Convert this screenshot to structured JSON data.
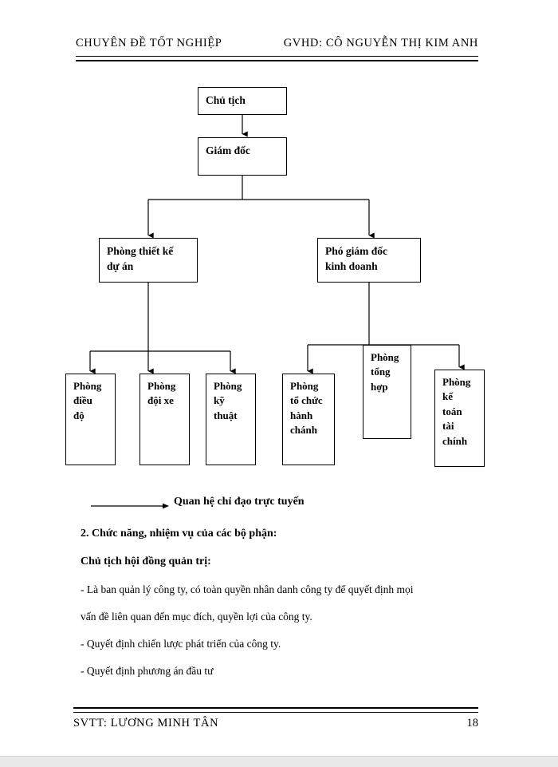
{
  "header": {
    "left": "CHUYÊN ĐỀ TỐT NGHIỆP",
    "right": "GVHD: CÔ NGUYỄN THỊ KIM ANH"
  },
  "footer": {
    "left": "SVTT: LƯƠNG MINH TÂN",
    "page_number": "18"
  },
  "org_chart": {
    "nodes": {
      "chairman": "Chủ tịch",
      "director": "Giám đốc",
      "design_dept": "Phòng thiết kế dự án",
      "deputy_director": "Phó giám đốc kinh doanh",
      "dispatch_dept": "Phòng điều độ",
      "vehicle_dept": "Phòng đội xe",
      "technical_dept": "Phòng kỹ thuật",
      "org_admin_dept": "Phòng tổ chức hành chánh",
      "general_dept": "Phòng tổng hợp",
      "accounting_dept": "Phòng kế toán tài chính"
    },
    "node_lines": {
      "chairman": [
        "Chủ tịch"
      ],
      "director": [
        "Giám đốc"
      ],
      "design_dept": [
        "Phòng thiết  kế",
        "dự án"
      ],
      "deputy_director": [
        "Phó giám đốc",
        "kinh doanh"
      ],
      "dispatch_dept": [
        "Phòng",
        "điều",
        "độ"
      ],
      "vehicle_dept": [
        "Phòng",
        "đội xe"
      ],
      "technical_dept": [
        "Phòng",
        "kỹ",
        "thuật"
      ],
      "org_admin_dept": [
        "Phòng",
        "tổ chức",
        "hành",
        "chánh"
      ],
      "general_dept": [
        "Phòng",
        "tổng",
        "hợp"
      ],
      "accounting_dept": [
        "Phòng",
        "kế",
        "toán",
        "tài",
        "chính"
      ]
    }
  },
  "legend": {
    "line_label": "Quan hệ chỉ đạo trực tuyến"
  },
  "body": {
    "section_heading": "2. Chức năng, nhiệm vụ của các bộ phận:",
    "subheading": "Chủ tịch hội đồng quản trị:",
    "paragraph_1_line_1": "- Là ban quản lý công ty, có toàn quyền nhân danh công ty để quyết định mọi",
    "paragraph_1_line_2": "vấn đề liên quan đến mục đích, quyền lợi của công ty.",
    "paragraph_2": "- Quyết định chiến lược phát triển của công ty.",
    "paragraph_3": "- Quyết định phương án đầu tư"
  },
  "colors": {
    "ink": "#000000",
    "paper": "#ffffff"
  }
}
